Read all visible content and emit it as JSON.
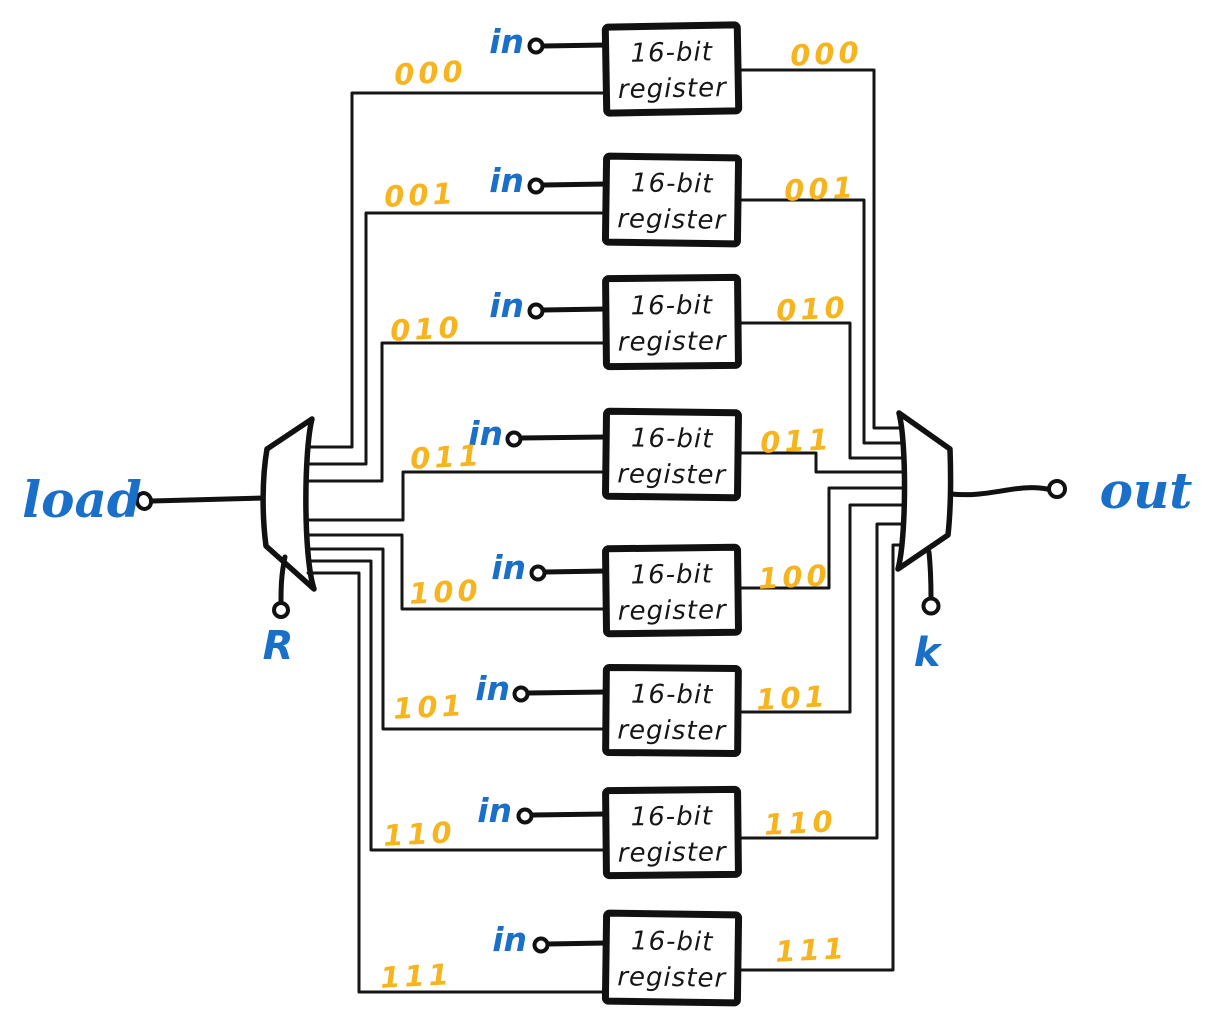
{
  "colors": {
    "ink": "#151515",
    "label_blue": "#1a6fc9",
    "address_orange": "#f6b41e",
    "background": "#ffffff"
  },
  "io": {
    "load_label": "load",
    "out_label": "out",
    "left_select_label": "R",
    "right_select_label": "k"
  },
  "register_box": {
    "line1": "16-bit",
    "line2": "register"
  },
  "registers": [
    {
      "in_label": "in",
      "address_left": "000",
      "address_right": "000"
    },
    {
      "in_label": "in",
      "address_left": "001",
      "address_right": "001"
    },
    {
      "in_label": "in",
      "address_left": "010",
      "address_right": "010"
    },
    {
      "in_label": "in",
      "address_left": "011",
      "address_right": "011"
    },
    {
      "in_label": "in",
      "address_left": "100",
      "address_right": "100"
    },
    {
      "in_label": "in",
      "address_left": "101",
      "address_right": "101"
    },
    {
      "in_label": "in",
      "address_left": "110",
      "address_right": "110"
    },
    {
      "in_label": "in",
      "address_left": "111",
      "address_right": "111"
    }
  ]
}
